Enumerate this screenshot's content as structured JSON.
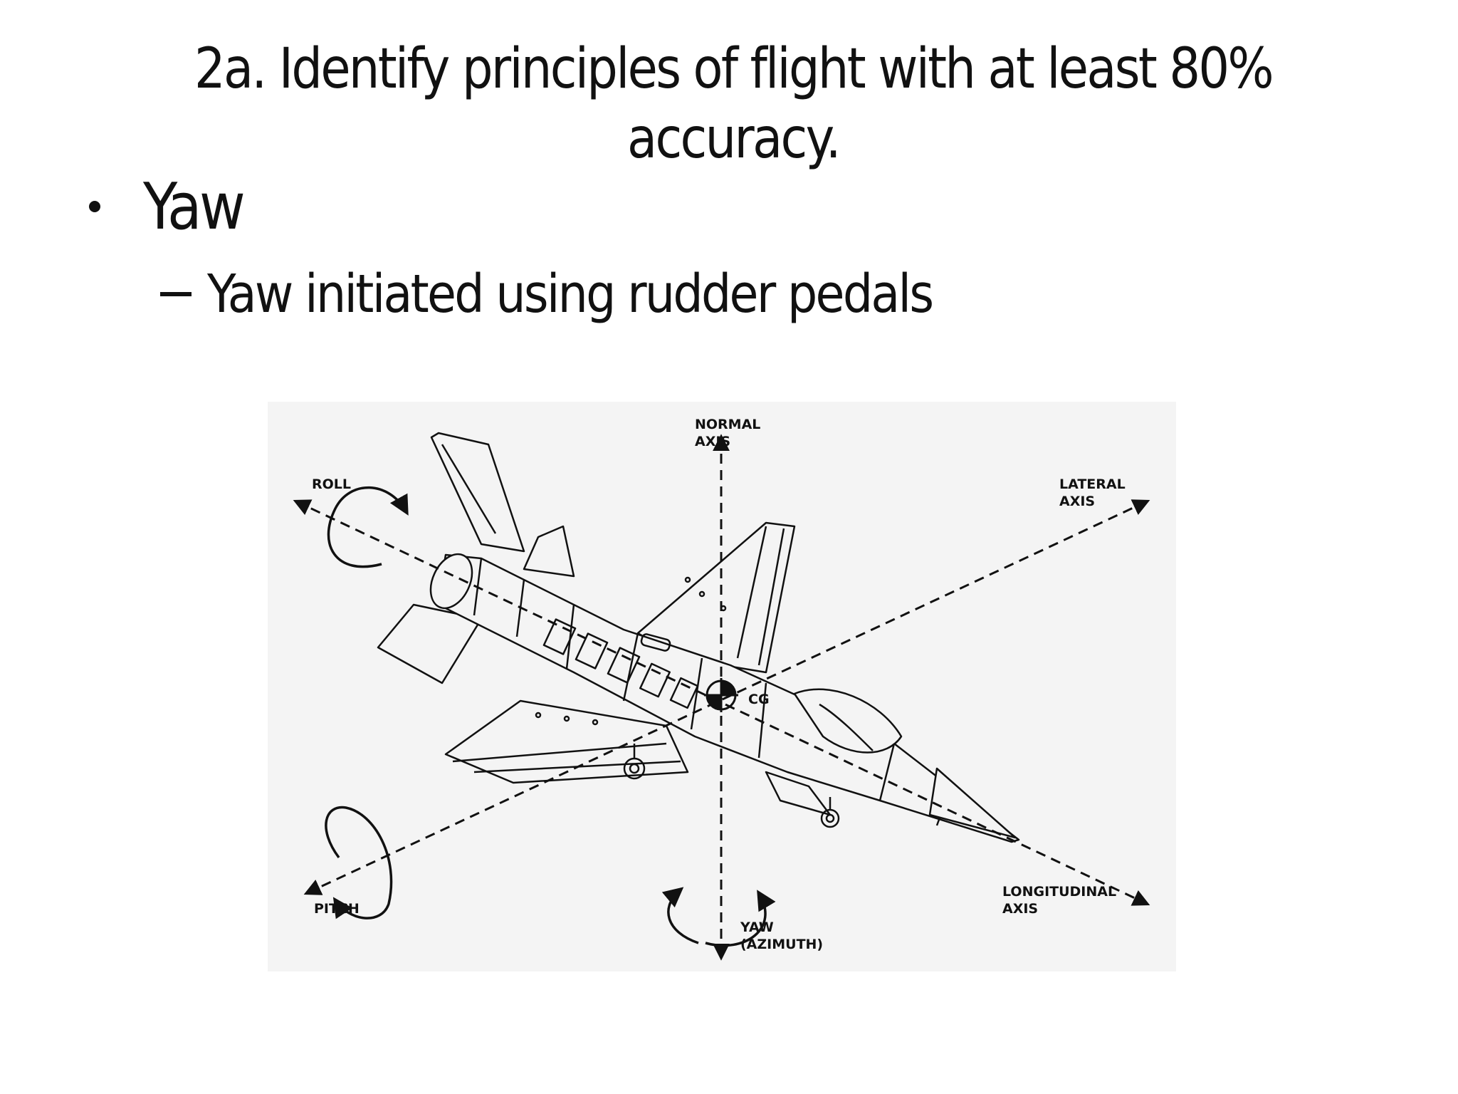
{
  "slide": {
    "title": "2a.  Identify principles of flight with at least 80% accuracy.",
    "bullet": "Yaw",
    "sub_bullet": "Yaw initiated using rudder pedals"
  },
  "diagram": {
    "labels": {
      "normal_line1": "NORMAL",
      "normal_line2": "AXIS",
      "roll": "ROLL",
      "lateral_line1": "LATERAL",
      "lateral_line2": "AXIS",
      "cg": "CG",
      "pitch": "PITCH",
      "yaw_line1": "YAW",
      "yaw_line2": "(AZIMUTH)",
      "longitudinal_line1": "LONGITUDINAL",
      "longitudinal_line2": "AXIS"
    },
    "colors": {
      "background": "#f4f4f4",
      "ink": "#111111"
    }
  }
}
